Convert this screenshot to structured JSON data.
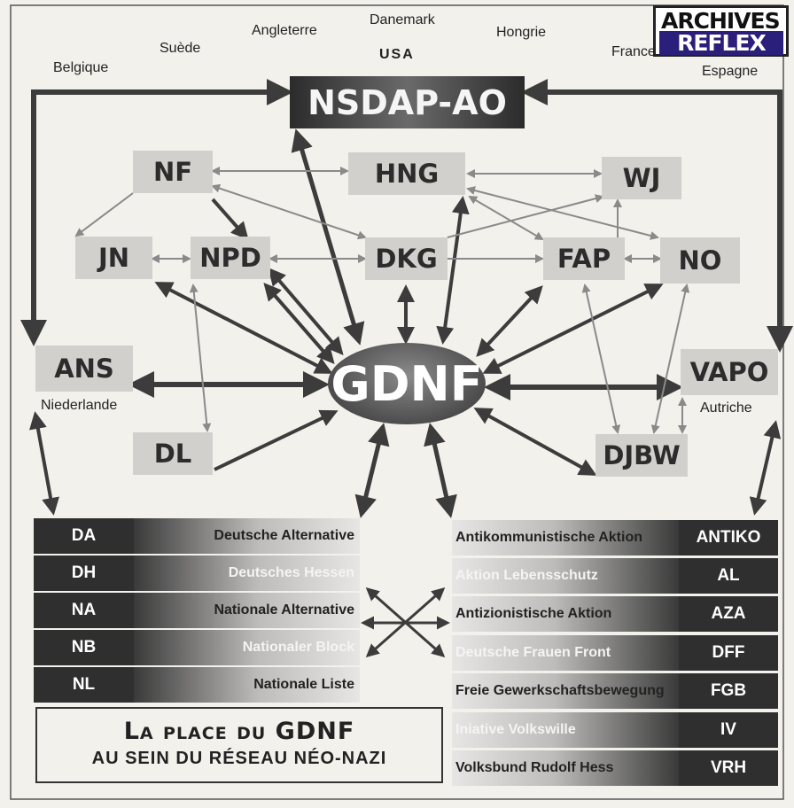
{
  "countries": {
    "belgique": "Belgique",
    "suede": "Suède",
    "angleterre": "Angleterre",
    "danemark": "Danemark",
    "usa": "USA",
    "hongrie": "Hongrie",
    "france": "France",
    "espagne": "Espagne"
  },
  "logo": {
    "line1": "ARCHIVES",
    "line2": "REFLEX"
  },
  "nodes": {
    "nsdap": "NSDAP-AO",
    "nf": "NF",
    "hng": "HNG",
    "wj": "WJ",
    "jn": "JN",
    "npd": "NPD",
    "dkg": "DKG",
    "fap": "FAP",
    "no": "NO",
    "ans": "ANS",
    "vapo": "VAPO",
    "gdnf": "GDNF",
    "dl": "DL",
    "djbw": "DJBW"
  },
  "sublabels": {
    "ans": "Niederlande",
    "vapo": "Autriche"
  },
  "left_groups": [
    {
      "abbr": "DA",
      "name": "Deutsche Alternative"
    },
    {
      "abbr": "DH",
      "name": "Deutsches Hessen"
    },
    {
      "abbr": "NA",
      "name": "Nationale Alternative"
    },
    {
      "abbr": "NB",
      "name": "Nationaler Block"
    },
    {
      "abbr": "NL",
      "name": "Nationale Liste"
    }
  ],
  "right_groups": [
    {
      "abbr": "ANTIKO",
      "name": "Antikommunistische Aktion"
    },
    {
      "abbr": "AL",
      "name": "Aktion Lebensschutz"
    },
    {
      "abbr": "AZA",
      "name": "Antizionistische Aktion"
    },
    {
      "abbr": "DFF",
      "name": "Deutsche Frauen Front"
    },
    {
      "abbr": "FGB",
      "name": "Freie Gewerkschaftsbewegung"
    },
    {
      "abbr": "IV",
      "name": "Iniative Volkswille"
    },
    {
      "abbr": "VRH",
      "name": "Volksbund Rudolf Hess"
    }
  ],
  "title": {
    "line1": "La place du GDNF",
    "line2": "au sein du réseau néo-nazi"
  }
}
